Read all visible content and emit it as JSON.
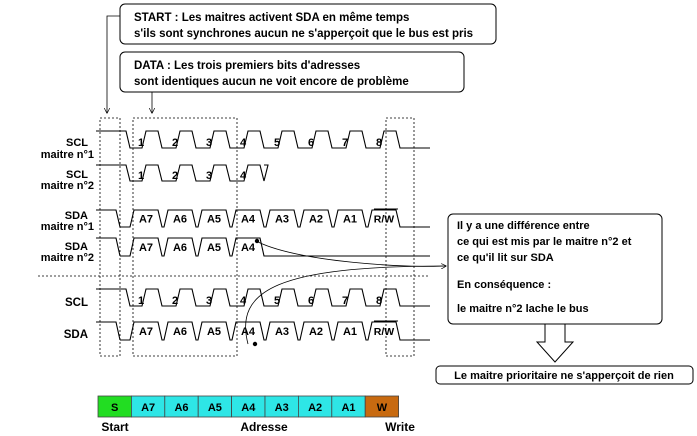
{
  "notes": {
    "start": [
      "START : Les maitres activent SDA en même temps",
      "s'ils sont synchrones aucun ne s'apperçoit que le bus est pris"
    ],
    "data": [
      "DATA : Les trois premiers bits d'adresses",
      "sont identiques aucun ne voit encore de problème"
    ],
    "difference": [
      "Il y a une différence entre",
      "ce qui est mis par le maitre n°2 et",
      "ce qu'il lit sur SDA"
    ],
    "consequence": "En conséquence :",
    "releases": "le maitre n°2 lache le bus",
    "priority": "Le maitre prioritaire ne s'apperçoit de rien"
  },
  "rows": [
    {
      "line1": "SCL",
      "line2": "maitre n°1",
      "kind": "clock",
      "labels": [
        "1",
        "2",
        "3",
        "4",
        "5",
        "6",
        "7",
        "8"
      ]
    },
    {
      "line1": "SCL",
      "line2": "maitre n°2",
      "kind": "clock",
      "labels": [
        "1",
        "2",
        "3",
        "4"
      ]
    },
    {
      "line1": "SDA",
      "line2": "maitre n°1",
      "kind": "data",
      "labels": [
        "A7",
        "A6",
        "A5",
        "A4",
        "A3",
        "A2",
        "A1",
        "R/W"
      ]
    },
    {
      "line1": "SDA",
      "line2": "maitre n°2",
      "kind": "data",
      "labels": [
        "A7",
        "A6",
        "A5",
        "A4"
      ]
    },
    {
      "line1": "SCL",
      "line2": "",
      "kind": "clock",
      "labels": [
        "1",
        "2",
        "3",
        "4",
        "5",
        "6",
        "7",
        "8"
      ]
    },
    {
      "line1": "SDA",
      "line2": "",
      "kind": "data",
      "labels": [
        "A7",
        "A6",
        "A5",
        "A4",
        "A3",
        "A2",
        "A1",
        "R/W"
      ]
    }
  ],
  "frame": {
    "cells": [
      {
        "label": "S",
        "color": "#22dd22"
      },
      {
        "label": "A7",
        "color": "#2ee6e6"
      },
      {
        "label": "A6",
        "color": "#2ee6e6"
      },
      {
        "label": "A5",
        "color": "#2ee6e6"
      },
      {
        "label": "A4",
        "color": "#2ee6e6"
      },
      {
        "label": "A3",
        "color": "#2ee6e6"
      },
      {
        "label": "A2",
        "color": "#2ee6e6"
      },
      {
        "label": "A1",
        "color": "#2ee6e6"
      },
      {
        "label": "W",
        "color": "#c86a10"
      }
    ],
    "captions": {
      "start": "Start",
      "address": "Adresse",
      "write": "Write"
    }
  }
}
